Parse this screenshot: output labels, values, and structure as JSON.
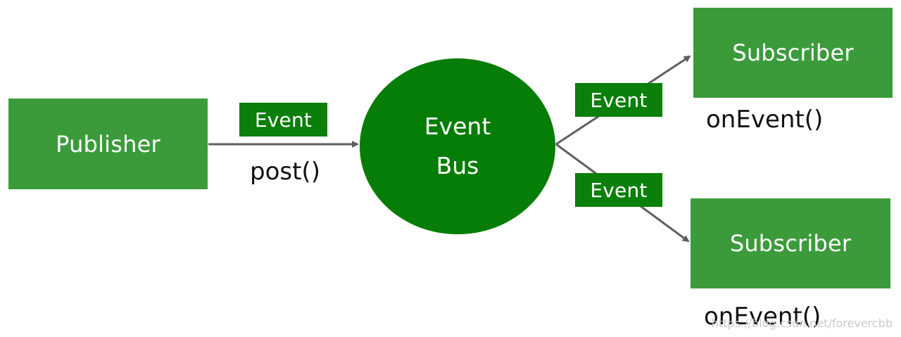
{
  "publisher": {
    "label": "Publisher"
  },
  "bus": {
    "line1": "Event",
    "line2": "Bus"
  },
  "post_event": {
    "label": "Event",
    "call": "post()"
  },
  "subscriber_top": {
    "label": "Subscriber",
    "call": "onEvent()"
  },
  "subscriber_bottom": {
    "label": "Subscriber",
    "call": "onEvent()"
  },
  "event_top": {
    "label": "Event"
  },
  "event_bottom": {
    "label": "Event"
  },
  "watermark": "https://blog.csdn.net/forevercbb",
  "colors": {
    "box_green": "#3b9b3b",
    "bus_green": "#067d06",
    "event_green": "#0a7f0a",
    "arrow_gray": "#5f5f5f"
  }
}
